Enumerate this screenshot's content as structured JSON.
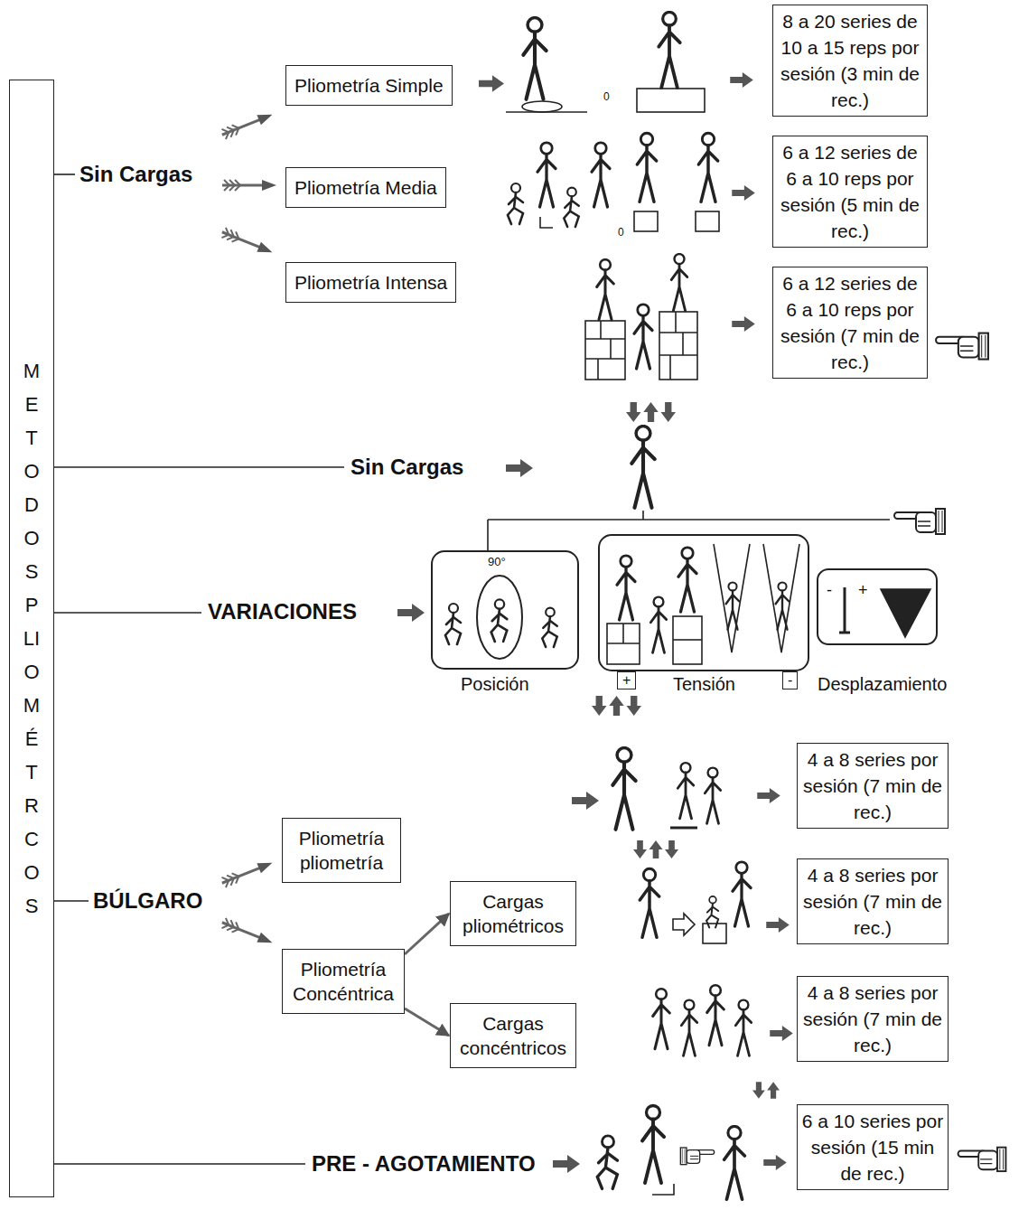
{
  "diagram": {
    "nodes": [
      {
        "text": [
          "METODOS PLIOMÉTRCOS"
        ]
      },
      {
        "text": [
          "Pliometría Simple"
        ]
      },
      {
        "text": [
          "8 a 20 series de 10 a 15 reps por sesión (3 min de rec.)"
        ]
      },
      {
        "text": [
          "Pliometría Media"
        ]
      },
      {
        "text": [
          "6 a 12 series de 6 a 10 reps por sesión (5 min de rec.)"
        ]
      },
      {
        "text": [
          "Pliometría Intensa"
        ]
      },
      {
        "text": [
          "6 a 12 series de 6 a 10 reps por sesión (7 min de rec.)"
        ]
      },
      {
        "text": [
          "+"
        ]
      },
      {
        "text": [
          "-"
        ]
      },
      {
        "text": [
          "Pliometría pliometría"
        ]
      },
      {
        "text": [
          "4 a 8 series por sesión (7 min de rec.)"
        ]
      },
      {
        "text": [
          "Pliometría Concéntrica"
        ]
      },
      {
        "text": [
          "Cargas pliométricos"
        ]
      },
      {
        "text": [
          "4 a 8 series por sesión (7 min de rec.)"
        ]
      },
      {
        "text": [
          "Cargas concéntricos"
        ]
      },
      {
        "text": [
          "4 a 8 series por sesión (7 min de rec.)"
        ]
      },
      {
        "text": [
          "6 a 10 series por sesión (15 min de rec.)"
        ]
      }
    ],
    "edges": [
      {
        "from": 11,
        "to": 12,
        "arrow": "to"
      },
      {
        "from": 11,
        "to": 14,
        "arrow": "to"
      }
    ],
    "labels": [
      "Sin Cargas",
      "0",
      "0",
      "Sin Cargas",
      "VARIACIONES",
      "90°",
      "-",
      "+",
      "Posición",
      "Tensión",
      "Desplazamiento",
      "BÚLGARO",
      "PRE - AGOTAMIENTO"
    ]
  }
}
